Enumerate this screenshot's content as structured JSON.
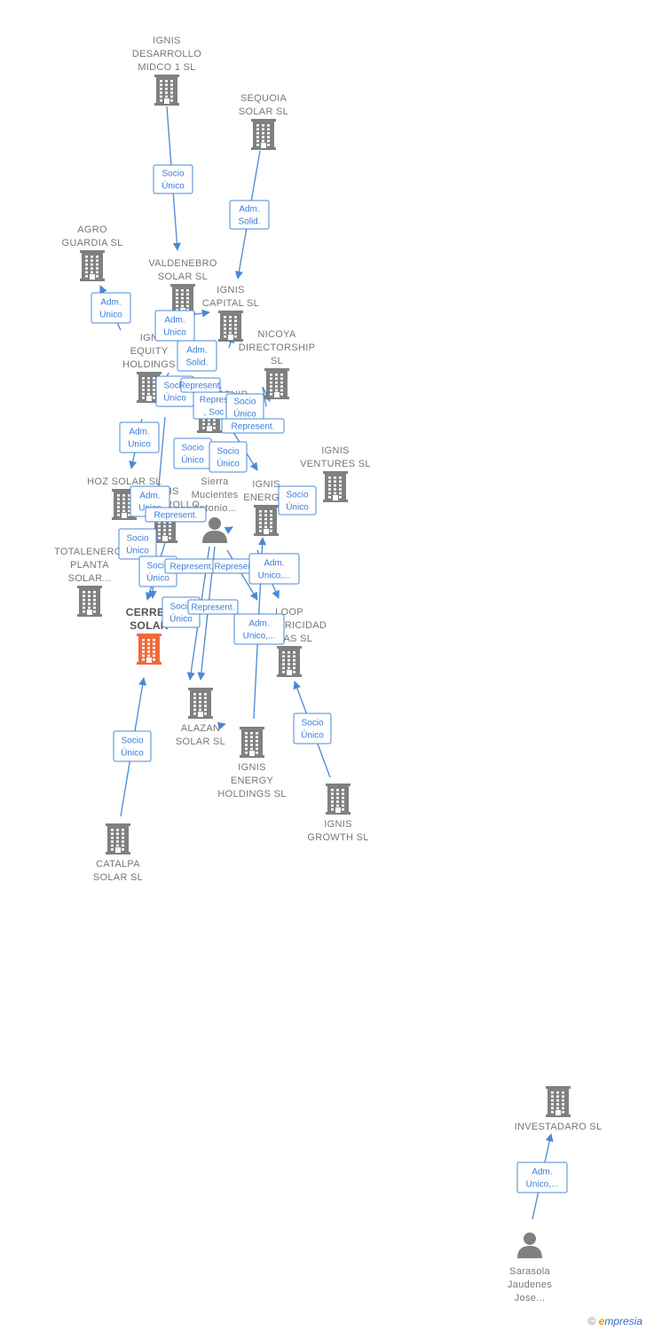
{
  "colors": {
    "node": "#808080",
    "focus": "#ef6a3a",
    "edge": "#4a88d6",
    "person": "#808080"
  },
  "nodes": [
    {
      "id": "ignis-desarrollo-midco",
      "type": "company",
      "lines": [
        "IGNIS",
        "DESARROLLO",
        "MIDCO 1  SL"
      ]
    },
    {
      "id": "sequoia",
      "type": "company",
      "lines": [
        "SEQUOIA",
        "SOLAR  SL"
      ]
    },
    {
      "id": "agro-guardia",
      "type": "company",
      "lines": [
        "AGRO",
        "GUARDIA SL"
      ]
    },
    {
      "id": "valdenebro",
      "type": "company",
      "lines": [
        "VALDENEBRO",
        "SOLAR SL"
      ]
    },
    {
      "id": "ignis-capital",
      "type": "company",
      "lines": [
        "IGNIS",
        "CAPITAL  SL"
      ]
    },
    {
      "id": "nicoya",
      "type": "company",
      "lines": [
        "NICOYA",
        "DIRECTORSHIP",
        "SL"
      ]
    },
    {
      "id": "ignis-equity",
      "type": "company",
      "lines": [
        "IGN",
        "EQUITY",
        "HOLDINGS"
      ]
    },
    {
      "id": "inga-directorship",
      "type": "company",
      "lines": [
        "NGA",
        "DIRECTORSHIP"
      ]
    },
    {
      "id": "ignis-ventures",
      "type": "company",
      "lines": [
        "IGNIS",
        "VENTURES  SL"
      ]
    },
    {
      "id": "hoz-solar",
      "type": "company",
      "lines": [
        "HOZ SOLAR SL"
      ]
    },
    {
      "id": "ignis-desarrollo",
      "type": "company",
      "lines": [
        "IGNIS",
        "DESARROLLO"
      ]
    },
    {
      "id": "sierra",
      "type": "person",
      "lines": [
        "Sierra",
        "Mucientes",
        "Antonio..."
      ]
    },
    {
      "id": "ignis-energia",
      "type": "company",
      "lines": [
        "IGNIS",
        "ENERGIA"
      ]
    },
    {
      "id": "totalenergies",
      "type": "company",
      "lines": [
        "TOTALENERGI",
        "PLANTA",
        "SOLAR..."
      ]
    },
    {
      "id": "cerredo",
      "type": "company",
      "focus": true,
      "lines": [
        "CERRED",
        "SOLAR"
      ]
    },
    {
      "id": "loop",
      "type": "company",
      "lines": [
        "LOOP",
        "ELECTRICIDAD",
        "Y GAS  SL"
      ]
    },
    {
      "id": "alazan",
      "type": "company",
      "lines": [
        "ALAZAN",
        "SOLAR  SL"
      ]
    },
    {
      "id": "ignis-energy-holdings",
      "type": "company",
      "lines": [
        "IGNIS",
        "ENERGY",
        "HOLDINGS  SL"
      ]
    },
    {
      "id": "ignis-growth",
      "type": "company",
      "lines": [
        "IGNIS",
        "GROWTH  SL"
      ]
    },
    {
      "id": "catalpa",
      "type": "company",
      "lines": [
        "CATALPA",
        "SOLAR  SL"
      ]
    },
    {
      "id": "investadaro",
      "type": "company",
      "lines": [
        "INVESTADARO SL"
      ]
    },
    {
      "id": "sarasola",
      "type": "person",
      "lines": [
        "Sarasola",
        "Jaudenes",
        "Jose..."
      ]
    }
  ],
  "relations": [
    {
      "lines": [
        "Socio",
        "Único"
      ]
    },
    {
      "lines": [
        "Adm.",
        "Solid."
      ]
    },
    {
      "lines": [
        "Adm.",
        "Unico"
      ]
    },
    {
      "lines": [
        "Adm.",
        "Unico"
      ]
    },
    {
      "lines": [
        "Adm.",
        "Solid."
      ]
    },
    {
      "lines": [
        "Socio",
        "Único"
      ]
    },
    {
      "lines": [
        "Represent."
      ]
    },
    {
      "lines": [
        "Repres",
        ", Soc"
      ]
    },
    {
      "lines": [
        "Socio",
        "Único"
      ]
    },
    {
      "lines": [
        "Represent."
      ]
    },
    {
      "lines": [
        "Adm.",
        "Unico"
      ]
    },
    {
      "lines": [
        "Socio",
        "Único"
      ]
    },
    {
      "lines": [
        "Socio",
        "Único"
      ]
    },
    {
      "lines": [
        "Socio",
        "Único"
      ]
    },
    {
      "lines": [
        "Adm.",
        "Unico"
      ]
    },
    {
      "lines": [
        "Represent."
      ]
    },
    {
      "lines": [
        "Socio",
        "Único"
      ]
    },
    {
      "lines": [
        "Socio",
        "Único"
      ]
    },
    {
      "lines": [
        "Represent."
      ]
    },
    {
      "lines": [
        "Represent."
      ]
    },
    {
      "lines": [
        "Adm.",
        "Unico,..."
      ]
    },
    {
      "lines": [
        "Socio",
        "Único"
      ]
    },
    {
      "lines": [
        "Represent."
      ]
    },
    {
      "lines": [
        "Adm.",
        "Unico,..."
      ]
    },
    {
      "lines": [
        "Socio",
        "Único"
      ]
    },
    {
      "lines": [
        "Socio",
        "Único"
      ]
    },
    {
      "lines": [
        "Adm.",
        "Unico,..."
      ]
    }
  ],
  "footer": {
    "copyright": "©",
    "brand_initial": "e",
    "brand_rest": "mpresia"
  }
}
